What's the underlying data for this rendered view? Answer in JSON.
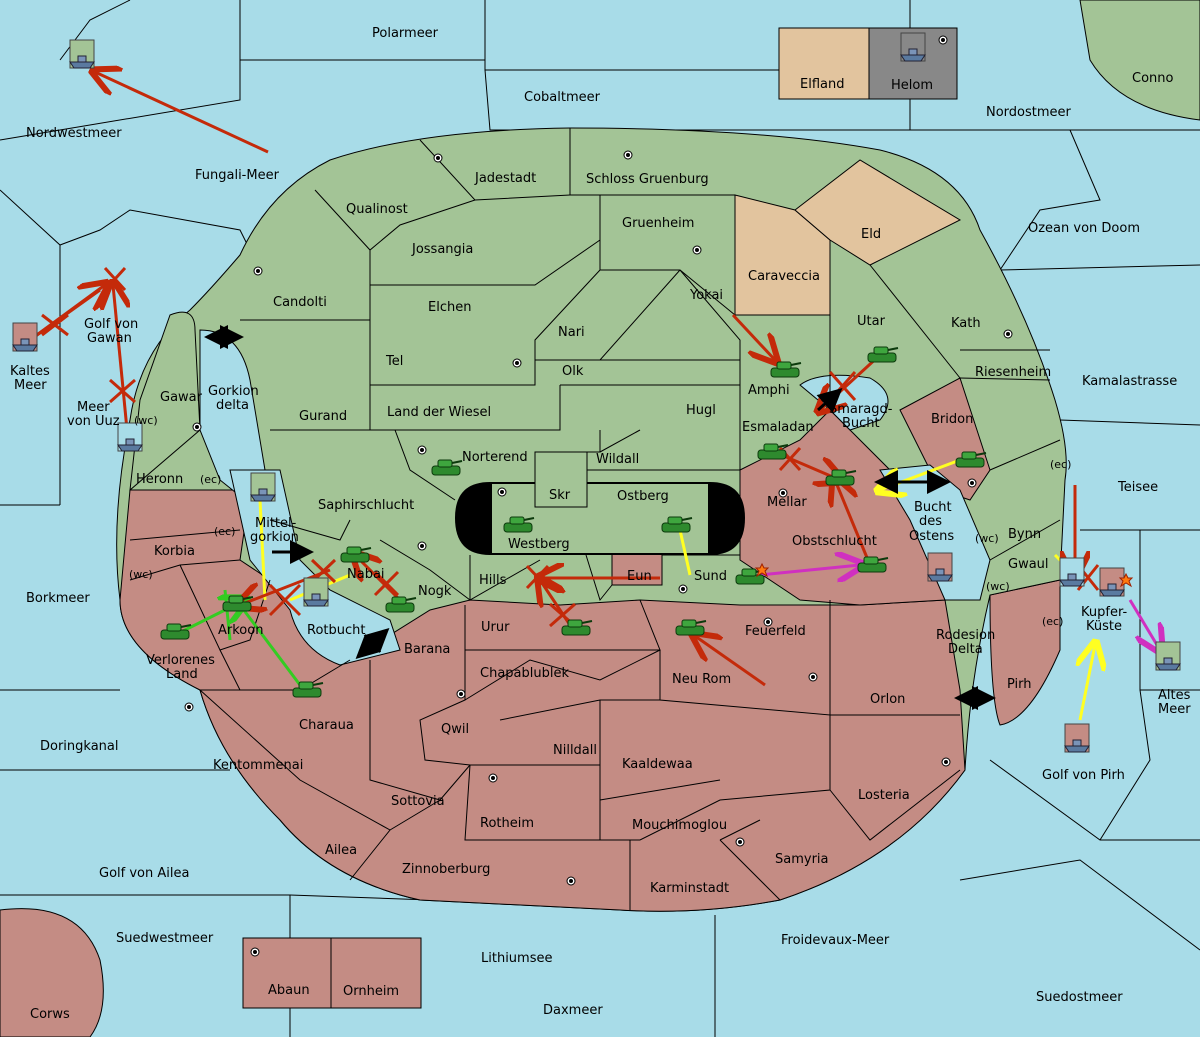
{
  "colors": {
    "sea": "#a8dce8",
    "neutral": "#a3c496",
    "red_power": "#c48c84",
    "tan_power": "#e2c49e",
    "grey_power": "#888888",
    "move_red": "#c42a0a",
    "move_yellow": "#ffff22",
    "move_green": "#33cc22",
    "move_magenta": "#d030c0",
    "black": "#000000"
  },
  "legend": {
    "elfland": "Elfland",
    "helom": "Helom"
  },
  "labels": {
    "polarmeer": "Polarmeer",
    "cobaltmeer": "Cobaltmeer",
    "conno": "Conno",
    "nordwestmeer": "Nordwestmeer",
    "fungali": "Fungali-Meer",
    "nordostmeer": "Nordostmeer",
    "jadestadt": "Jadestadt",
    "schloss": "Schloss Gruenburg",
    "qualinost": "Qualinost",
    "gruenheim": "Gruenheim",
    "eld": "Eld",
    "ozean": "Ozean von Doom",
    "jossangia": "Jossangia",
    "caraveccia": "Caraveccia",
    "candolti": "Candolti",
    "elchen": "Elchen",
    "yokai": "Yokai",
    "utar": "Utar",
    "kath": "Kath",
    "golf_gawan_1": "Golf von",
    "golf_gawan_2": "Gawan",
    "nari": "Nari",
    "kaltes_1": "Kaltes",
    "kaltes_2": "Meer",
    "tel": "Tel",
    "olk": "Olk",
    "amphi": "Amphi",
    "riesenheim": "Riesenheim",
    "kamala": "Kamalastrasse",
    "gawar": "Gawar",
    "gorkion_1": "Gorkion",
    "gorkion_2": "delta",
    "meer_uuz_1": "Meer",
    "meer_uuz_2": "von Uuz",
    "wc1": "(wc)",
    "gurand": "Gurand",
    "land_wiesel": "Land der Wiesel",
    "hugl": "Hugl",
    "smaragd_1": "Smaragd-",
    "smaragd_2": "Bucht",
    "bridon": "Bridon",
    "esmaladan": "Esmaladan",
    "norterend": "Norterend",
    "wildall": "Wildall",
    "teisee": "Teisee",
    "ec_right": "(ec)",
    "heronn": "Heronn",
    "ec1": "(ec)",
    "skr": "Skr",
    "ostberg": "Ostberg",
    "mellar": "Mellar",
    "saphir": "Saphirschlucht",
    "bucht_1": "Bucht",
    "bucht_2": "des",
    "bucht_3": "Ostens",
    "mittel_1": "Mittel-",
    "mittel_2": "gorkion",
    "korbia": "Korbia",
    "ec2": "(ec)",
    "westberg": "Westberg",
    "obst": "Obstschlucht",
    "bynn": "Bynn",
    "wc2": "(wc)",
    "gwaul": "Gwaul",
    "wc3": "(wc)",
    "wc4": "(wc)",
    "nabai": "Nabai",
    "hills": "Hills",
    "eun": "Eun",
    "sund": "Sund",
    "borkmeer": "Borkmeer",
    "nogk": "Nogk",
    "kupfer_1": "Kupfer-",
    "kupfer_2": "Küste",
    "arkoon": "Arkoon",
    "rotbucht": "Rotbucht",
    "urur": "Urur",
    "feuerfeld": "Feuerfeld",
    "ec3": "(ec)",
    "rodesion_1": "Rodesion",
    "rodesion_2": "Delta",
    "verloren_1": "Verlorenes",
    "verloren_2": "Land",
    "barana": "Barana",
    "chapab": "Chapablublek",
    "neurom": "Neu Rom",
    "pirh": "Pirh",
    "altes_1": "Altes",
    "altes_2": "Meer",
    "orlon": "Orlon",
    "charaua": "Charaua",
    "qwil": "Qwil",
    "doringkanal": "Doringkanal",
    "nilldall": "Nilldall",
    "kentomm": "Kentommenai",
    "kaaldewaa": "Kaaldewaa",
    "golf_pirh": "Golf von Pirh",
    "sottovia": "Sottovia",
    "losteria": "Losteria",
    "rotheim": "Rotheim",
    "mouchi": "Mouchimoglou",
    "ailea": "Ailea",
    "samyria": "Samyria",
    "golf_ailea": "Golf von Ailea",
    "zinnober": "Zinnoberburg",
    "karminstadt": "Karminstadt",
    "suedwest": "Suedwestmeer",
    "froidevaux": "Froidevaux-Meer",
    "lithiumsee": "Lithiumsee",
    "abaun": "Abaun",
    "ornheim": "Ornheim",
    "suedost": "Suedostmeer",
    "corws": "Corws",
    "daxmeer": "Daxmeer"
  }
}
